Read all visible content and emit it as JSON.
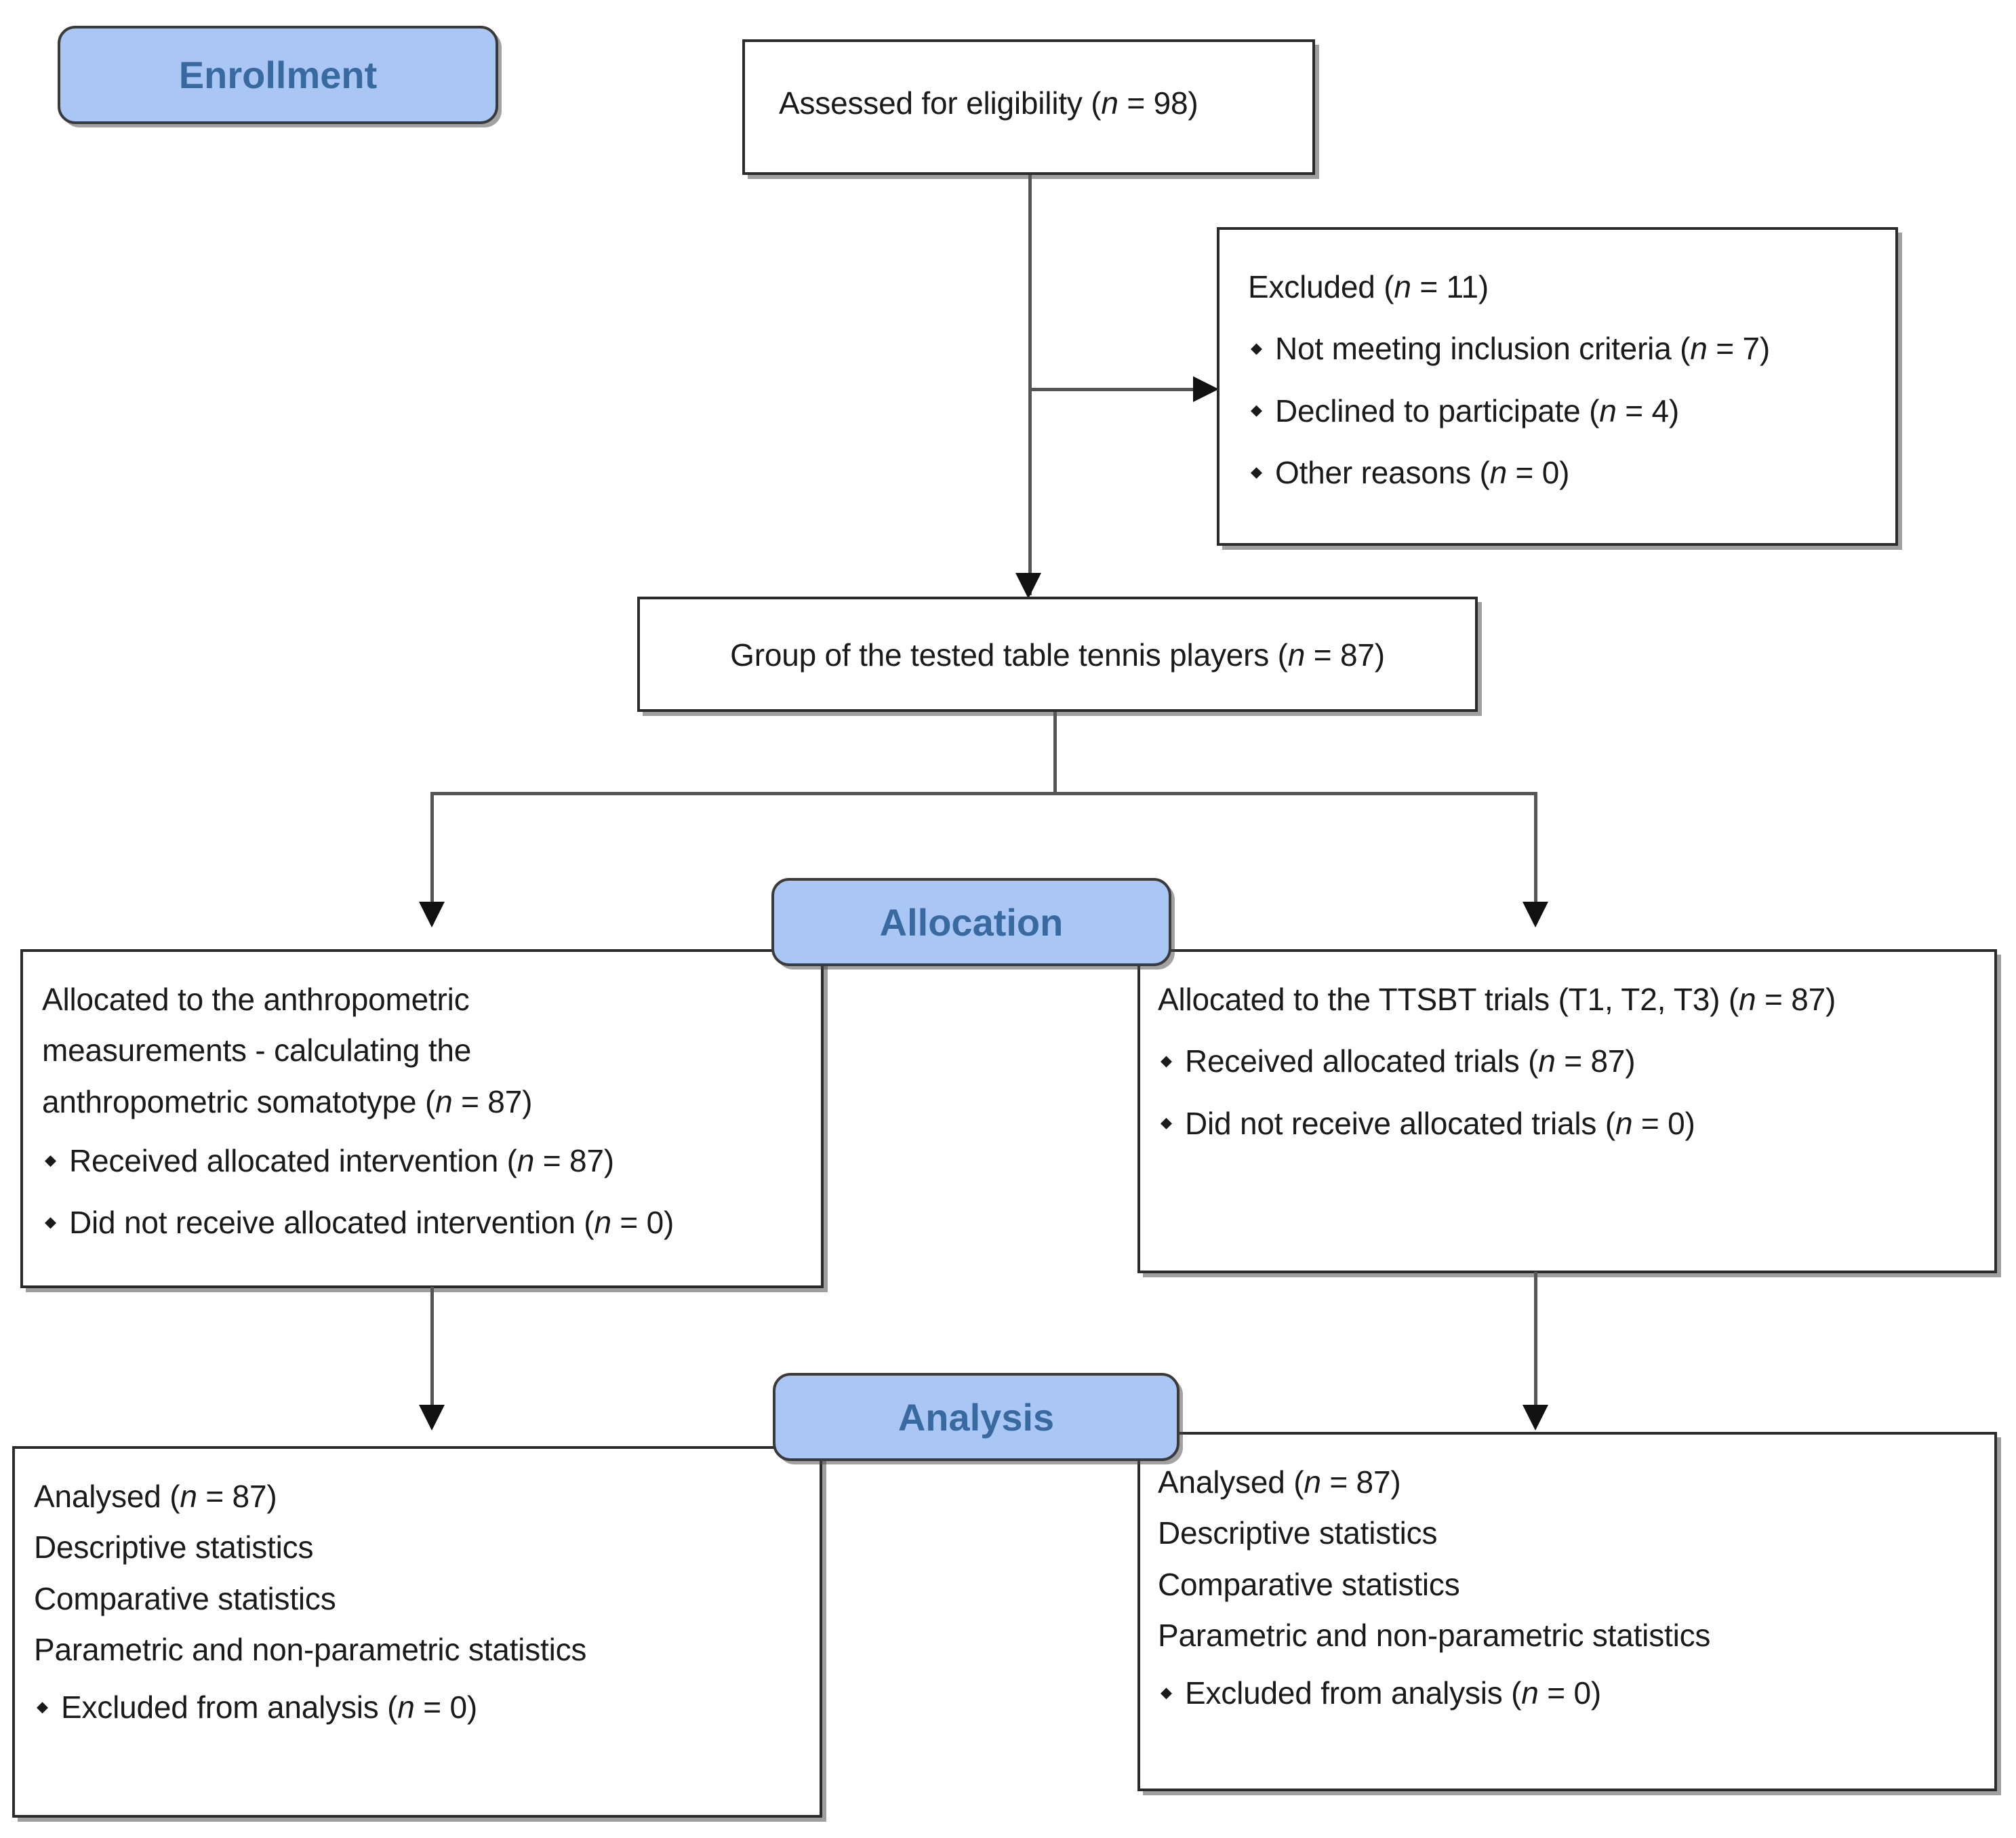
{
  "diagram": {
    "title": "CONSORT participant flow diagram",
    "accent_color": "#a9c6f5",
    "badge_text_color": "#38699f",
    "line_color": "#555555",
    "box_border_color": "#2b2b2b"
  },
  "stages": {
    "enrollment": "Enrollment",
    "allocation": "Allocation",
    "analysis": "Analysis"
  },
  "boxes": {
    "assessed": {
      "text": "Assessed for eligibility (",
      "n_italic": "n",
      "n_value": " = 98)",
      "full": "Assessed for eligibility (n = 98)"
    },
    "excluded": {
      "heading_pre": "Excluded  (",
      "heading_n": "n",
      "heading_post": " = 11)",
      "items": [
        {
          "pre": "Not meeting inclusion criteria (",
          "n": "n",
          "post": " = 7)"
        },
        {
          "pre": "Declined to participate (",
          "n": "n",
          "post": " = 4)"
        },
        {
          "pre": "Other reasons (",
          "n": "n",
          "post": " = 0)"
        }
      ]
    },
    "group": {
      "pre": "Group of the tested table tennis players (",
      "n": "n",
      "post": " = 87)"
    },
    "allocated_left": {
      "line1": "Allocated to the anthropometric",
      "line2": "measurements - calculating  the",
      "line3_pre": "anthropometric somatotype (",
      "line3_n": "n",
      "line3_post": " = 87)",
      "items": [
        {
          "pre": "Received allocated intervention (",
          "n": "n",
          "post": " = 87)"
        },
        {
          "pre": "Did not receive allocated intervention (",
          "n": "n",
          "post": " = 0)"
        }
      ]
    },
    "allocated_right": {
      "line1_pre": "Allocated to the TTSBT trials (T1, T2, T3) (",
      "line1_n": "n",
      "line1_post": " = 87)",
      "items": [
        {
          "pre": "Received allocated trials  (",
          "n": "n",
          "post": " = 87)"
        },
        {
          "pre": "Did not receive allocated trials (",
          "n": "n",
          "post": " = 0)"
        }
      ]
    },
    "analysed_left": {
      "line1_pre": "Analysed  (",
      "line1_n": "n",
      "line1_post": " = 87)",
      "line2": "Descriptive statistics",
      "line3": "Comparative statistics",
      "line4": "Parametric and non-parametric statistics",
      "items": [
        {
          "pre": "Excluded from analysis (",
          "n": "n",
          "post": " = 0)"
        }
      ]
    },
    "analysed_right": {
      "line1_pre": "Analysed  (",
      "line1_n": "n",
      "line1_post": " = 87)",
      "line2": "Descriptive statistics",
      "line3": "Comparative statistics",
      "line4": "Parametric and non-parametric statistics",
      "items": [
        {
          "pre": "Excluded from analysis (",
          "n": "n",
          "post": " = 0)"
        }
      ]
    }
  },
  "chart_data": {
    "type": "table",
    "title": "CONSORT flow of participants",
    "nodes": [
      {
        "id": "assessed",
        "label": "Assessed for eligibility",
        "n": 98
      },
      {
        "id": "excluded",
        "label": "Excluded",
        "n": 11
      },
      {
        "id": "excluded_not_meeting",
        "label": "Not meeting inclusion criteria",
        "n": 7
      },
      {
        "id": "excluded_declined",
        "label": "Declined to participate",
        "n": 4
      },
      {
        "id": "excluded_other",
        "label": "Other reasons",
        "n": 0
      },
      {
        "id": "group",
        "label": "Group of the tested table tennis players",
        "n": 87
      },
      {
        "id": "alloc_left",
        "label": "Allocated to the anthropometric measurements - calculating the anthropometric somatotype",
        "n": 87
      },
      {
        "id": "alloc_left_received",
        "label": "Received allocated intervention",
        "n": 87
      },
      {
        "id": "alloc_left_not_received",
        "label": "Did not receive allocated intervention",
        "n": 0
      },
      {
        "id": "alloc_right",
        "label": "Allocated to the TTSBT trials (T1, T2, T3)",
        "n": 87
      },
      {
        "id": "alloc_right_received",
        "label": "Received allocated trials",
        "n": 87
      },
      {
        "id": "alloc_right_not_received",
        "label": "Did not receive allocated trials",
        "n": 0
      },
      {
        "id": "analysed_left",
        "label": "Analysed",
        "n": 87
      },
      {
        "id": "analysed_left_excluded",
        "label": "Excluded from analysis",
        "n": 0
      },
      {
        "id": "analysed_right",
        "label": "Analysed",
        "n": 87
      },
      {
        "id": "analysed_right_excluded",
        "label": "Excluded from analysis",
        "n": 0
      }
    ],
    "stages": [
      "Enrollment",
      "Allocation",
      "Analysis"
    ]
  }
}
